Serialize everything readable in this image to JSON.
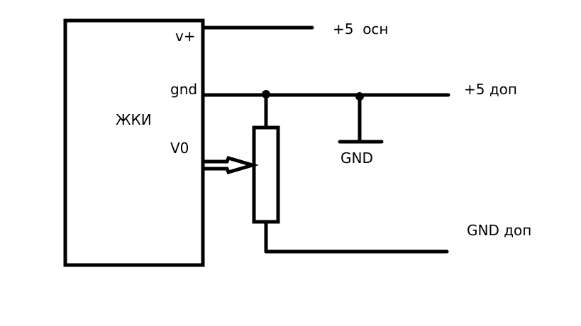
{
  "diagram": {
    "component_label": "ЖКИ",
    "pins": {
      "vplus": "v+",
      "gnd": "gnd",
      "v0": "V0"
    },
    "nets": {
      "plus5_main": "+5  осн",
      "plus5_aux": "+5 доп",
      "gnd_symbol": "GND",
      "gnd_aux": "GND доп"
    },
    "colors": {
      "stroke": "#000000",
      "background": "#ffffff"
    }
  }
}
